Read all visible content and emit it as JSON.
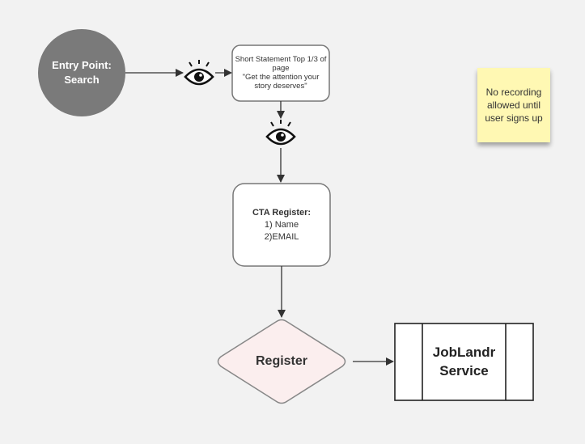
{
  "diagram": {
    "entry_point": {
      "line1": "Entry Point:",
      "line2": "Search"
    },
    "short_statement": {
      "line1": "Short Statement Top 1/3 of",
      "line2": "page",
      "line3": "\"Get the attention your",
      "line4": "story deserves\""
    },
    "cta_register": {
      "title": "CTA Register:",
      "item1": "1) Name",
      "item2": "2)EMAIL"
    },
    "register_decision": {
      "label": "Register"
    },
    "service": {
      "line1": "JobLandr",
      "line2": "Service"
    },
    "sticky_note": {
      "line1": "No recording",
      "line2": "allowed until",
      "line3": "user signs up"
    },
    "icons": [
      "eye-icon",
      "eye-icon"
    ],
    "colors": {
      "background": "#f2f2f2",
      "entry_circle": "#7a7a7a",
      "decision_fill": "#fbeeee",
      "sticky_note": "#fff8b3",
      "stroke": "#333333"
    }
  }
}
